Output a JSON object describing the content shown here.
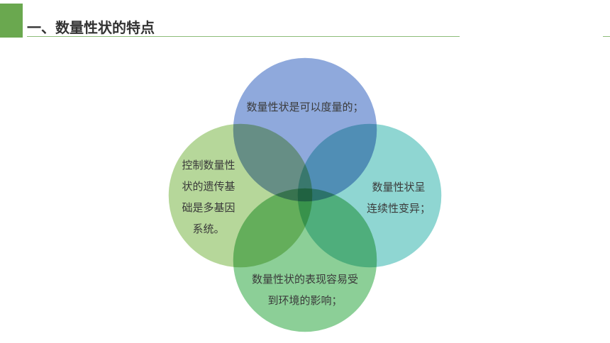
{
  "header": {
    "title": "一、数量性状的特点",
    "accent_color": "#6aa84f"
  },
  "venn": {
    "circles": [
      {
        "id": "top",
        "color": "#8fa9dc"
      },
      {
        "id": "right",
        "color": "#8fd6d2"
      },
      {
        "id": "left",
        "color": "#b6d79a"
      },
      {
        "id": "bottom",
        "color": "#8ccf97"
      }
    ],
    "labels": {
      "top": "数量性状是可以度量的；",
      "right_line1": "数量性状呈",
      "right_line2": "连续性变异；",
      "left_line1": "控制数量性",
      "left_line2": "状的遗传基",
      "left_line3": "础是多基因",
      "left_line4": "系统。",
      "bottom_line1": "数量性状的表现容易受",
      "bottom_line2": "到环境的影响；"
    }
  }
}
